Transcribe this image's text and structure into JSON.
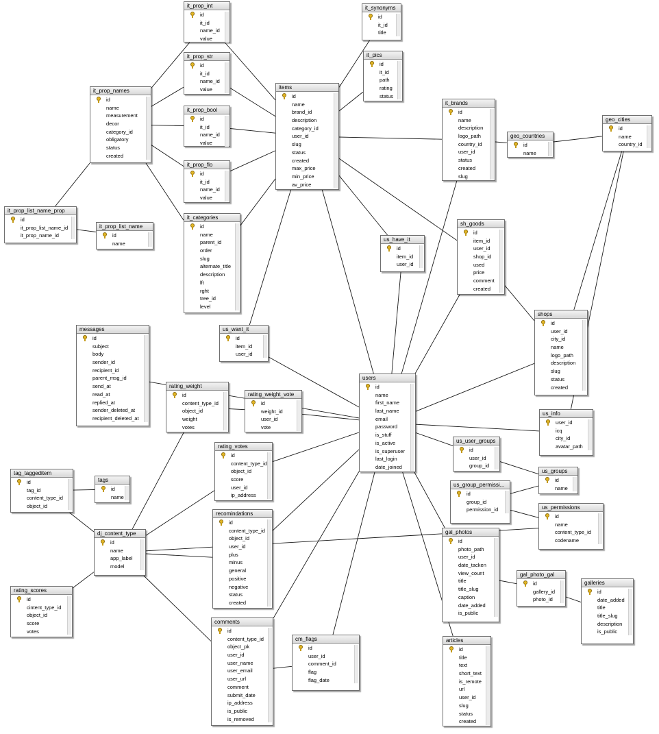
{
  "diagram": {
    "tables": [
      {
        "name": "it_prop_int",
        "columns": [
          "id",
          "it_id",
          "name_id",
          "value"
        ],
        "key_column": "id"
      },
      {
        "name": "it_synonyms",
        "columns": [
          "id",
          "it_id",
          "title"
        ],
        "key_column": "id"
      },
      {
        "name": "it_prop_str",
        "columns": [
          "id",
          "it_id",
          "name_id",
          "value"
        ],
        "key_column": "id"
      },
      {
        "name": "it_pics",
        "columns": [
          "id",
          "it_id",
          "path",
          "rating",
          "status"
        ],
        "key_column": "id"
      },
      {
        "name": "it_prop_names",
        "columns": [
          "id",
          "name",
          "measurement",
          "decor",
          "category_id",
          "obligatory",
          "status",
          "created"
        ],
        "key_column": "id"
      },
      {
        "name": "items",
        "columns": [
          "id",
          "name",
          "brand_id",
          "description",
          "category_id",
          "user_id",
          "slug",
          "status",
          "created",
          "max_price",
          "min_price",
          "av_price"
        ],
        "key_column": "id"
      },
      {
        "name": "it_brands",
        "columns": [
          "id",
          "name",
          "description",
          "logo_path",
          "country_id",
          "user_id",
          "status",
          "created",
          "slug"
        ],
        "key_column": "id"
      },
      {
        "name": "it_prop_bool",
        "columns": [
          "id",
          "it_id",
          "name_id",
          "value"
        ],
        "key_column": "id"
      },
      {
        "name": "geo_cities",
        "columns": [
          "id",
          "name",
          "country_id"
        ],
        "key_column": "id"
      },
      {
        "name": "geo_countries",
        "columns": [
          "id",
          "name"
        ],
        "key_column": "id"
      },
      {
        "name": "it_prop_flo",
        "columns": [
          "id",
          "it_id",
          "name_id",
          "value"
        ],
        "key_column": "id"
      },
      {
        "name": "it_prop_list_name_prop",
        "columns": [
          "id",
          "it_prop_list_name_id",
          "it_prop_name_id"
        ],
        "key_column": "id"
      },
      {
        "name": "it_categories",
        "columns": [
          "id",
          "name",
          "parent_id",
          "order",
          "slug",
          "alternate_title",
          "description",
          "lft",
          "rght",
          "tree_id",
          "level"
        ],
        "key_column": "id"
      },
      {
        "name": "it_prop_list_name",
        "columns": [
          "id",
          "name"
        ],
        "key_column": "id"
      },
      {
        "name": "sh_goods",
        "columns": [
          "id",
          "item_id",
          "user_id",
          "shop_id",
          "used",
          "price",
          "comment",
          "created"
        ],
        "key_column": "id"
      },
      {
        "name": "us_have_it",
        "columns": [
          "id",
          "item_id",
          "user_id"
        ],
        "key_column": "id"
      },
      {
        "name": "shops",
        "columns": [
          "id",
          "user_id",
          "city_id",
          "name",
          "logo_path",
          "description",
          "slug",
          "status",
          "created"
        ],
        "key_column": "id"
      },
      {
        "name": "messages",
        "columns": [
          "id",
          "subject",
          "body",
          "sender_id",
          "recipient_id",
          "parent_msg_id",
          "send_at",
          "read_at",
          "replied_at",
          "sender_deleted_at",
          "recipient_deleted_at"
        ],
        "key_column": "id"
      },
      {
        "name": "us_want_it",
        "columns": [
          "id",
          "item_id",
          "user_id"
        ],
        "key_column": "id"
      },
      {
        "name": "users",
        "columns": [
          "id",
          "name",
          "first_name",
          "last_name",
          "email",
          "password",
          "is_stuff",
          "is_active",
          "is_superuser",
          "last_login",
          "date_joined"
        ],
        "key_column": "id"
      },
      {
        "name": "rating_weight",
        "columns": [
          "id",
          "content_type_id",
          "object_id",
          "weight",
          "votes"
        ],
        "key_column": "id"
      },
      {
        "name": "rating_weight_vote",
        "columns": [
          "id",
          "weight_id",
          "user_id",
          "vote"
        ],
        "key_column": "id"
      },
      {
        "name": "us_info",
        "columns": [
          "user_id",
          "icq",
          "city_id",
          "avatar_path"
        ],
        "key_column": "user_id"
      },
      {
        "name": "us_user_groups",
        "columns": [
          "id",
          "user_id",
          "group_id"
        ],
        "key_column": "id"
      },
      {
        "name": "rating_votes",
        "columns": [
          "id",
          "content_type_id",
          "object_id",
          "score",
          "user_id",
          "ip_address"
        ],
        "key_column": "id"
      },
      {
        "name": "tag_taggeditem",
        "columns": [
          "id",
          "tag_id",
          "content_type_id",
          "object_id"
        ],
        "key_column": "id"
      },
      {
        "name": "us_groups",
        "columns": [
          "id",
          "name"
        ],
        "key_column": "id"
      },
      {
        "name": "tags",
        "columns": [
          "id",
          "name"
        ],
        "key_column": "id"
      },
      {
        "name": "us_group_permissi...",
        "columns": [
          "id",
          "group_id",
          "permission_id"
        ],
        "key_column": "id"
      },
      {
        "name": "us_permissions",
        "columns": [
          "id",
          "name",
          "content_type_id",
          "codename"
        ],
        "key_column": "id"
      },
      {
        "name": "recomindations",
        "columns": [
          "id",
          "content_type_id",
          "object_id",
          "user_id",
          "plus",
          "minus",
          "general",
          "positive",
          "negative",
          "status",
          "created"
        ],
        "key_column": "id"
      },
      {
        "name": "dj_content_type",
        "columns": [
          "id",
          "name",
          "app_label",
          "model"
        ],
        "key_column": "id"
      },
      {
        "name": "gal_photos",
        "columns": [
          "id",
          "photo_path",
          "user_id",
          "date_tacken",
          "view_count",
          "title",
          "title_slug",
          "caption",
          "date_added",
          "is_public"
        ],
        "key_column": "id"
      },
      {
        "name": "gal_photo_gal",
        "columns": [
          "id",
          "gallery_id",
          "photo_id"
        ],
        "key_column": "id"
      },
      {
        "name": "galleries",
        "columns": [
          "id",
          "date_added",
          "title",
          "title_slug",
          "description",
          "is_public"
        ],
        "key_column": "id"
      },
      {
        "name": "rating_scores",
        "columns": [
          "id",
          "cintent_type_id",
          "object_id",
          "score",
          "votes"
        ],
        "key_column": "id"
      },
      {
        "name": "comments",
        "columns": [
          "id",
          "content_type_id",
          "object_pk",
          "user_id",
          "user_name",
          "user_email",
          "user_url",
          "comment",
          "submit_date",
          "ip_address",
          "is_public",
          "is_removed"
        ],
        "key_column": "id"
      },
      {
        "name": "cm_flags",
        "columns": [
          "id",
          "user_id",
          "comment_id",
          "flag",
          "flag_date"
        ],
        "key_column": "id"
      },
      {
        "name": "articles",
        "columns": [
          "id",
          "title",
          "text",
          "short_text",
          "is_remote",
          "url",
          "user_id",
          "slug",
          "status",
          "created"
        ],
        "key_column": "id"
      }
    ],
    "relationships": [
      [
        "items",
        "it_prop_int"
      ],
      [
        "items",
        "it_prop_str"
      ],
      [
        "items",
        "it_prop_bool"
      ],
      [
        "items",
        "it_prop_flo"
      ],
      [
        "items",
        "it_synonyms"
      ],
      [
        "items",
        "it_pics"
      ],
      [
        "items",
        "it_brands"
      ],
      [
        "items",
        "it_categories"
      ],
      [
        "items",
        "sh_goods"
      ],
      [
        "items",
        "us_have_it"
      ],
      [
        "items",
        "us_want_it"
      ],
      [
        "items",
        "users"
      ],
      [
        "it_prop_names",
        "it_prop_int"
      ],
      [
        "it_prop_names",
        "it_prop_str"
      ],
      [
        "it_prop_names",
        "it_prop_bool"
      ],
      [
        "it_prop_names",
        "it_prop_flo"
      ],
      [
        "it_prop_names",
        "it_categories"
      ],
      [
        "it_prop_names",
        "it_prop_list_name_prop"
      ],
      [
        "it_prop_list_name",
        "it_prop_list_name_prop"
      ],
      [
        "it_brands",
        "geo_countries"
      ],
      [
        "geo_countries",
        "geo_cities"
      ],
      [
        "it_brands",
        "users"
      ],
      [
        "shops",
        "geo_cities"
      ],
      [
        "us_info",
        "geo_cities"
      ],
      [
        "sh_goods",
        "shops"
      ],
      [
        "sh_goods",
        "users"
      ],
      [
        "shops",
        "users"
      ],
      [
        "us_have_it",
        "users"
      ],
      [
        "us_want_it",
        "users"
      ],
      [
        "messages",
        "users"
      ],
      [
        "rating_weight_vote",
        "users"
      ],
      [
        "rating_weight",
        "rating_weight_vote"
      ],
      [
        "rating_votes",
        "users"
      ],
      [
        "recomindations",
        "users"
      ],
      [
        "comments",
        "users"
      ],
      [
        "cm_flags",
        "users"
      ],
      [
        "cm_flags",
        "comments"
      ],
      [
        "us_info",
        "users"
      ],
      [
        "us_user_groups",
        "users"
      ],
      [
        "us_user_groups",
        "us_groups"
      ],
      [
        "us_group_permissi...",
        "us_groups"
      ],
      [
        "us_group_permissi...",
        "us_permissions"
      ],
      [
        "gal_photos",
        "users"
      ],
      [
        "articles",
        "users"
      ],
      [
        "gal_photo_gal",
        "gal_photos"
      ],
      [
        "gal_photo_gal",
        "galleries"
      ],
      [
        "tag_taggeditem",
        "tags"
      ],
      [
        "tag_taggeditem",
        "dj_content_type"
      ],
      [
        "rating_scores",
        "dj_content_type"
      ],
      [
        "rating_weight",
        "dj_content_type"
      ],
      [
        "rating_votes",
        "dj_content_type"
      ],
      [
        "recomindations",
        "dj_content_type"
      ],
      [
        "comments",
        "dj_content_type"
      ],
      [
        "us_permissions",
        "dj_content_type"
      ]
    ]
  }
}
